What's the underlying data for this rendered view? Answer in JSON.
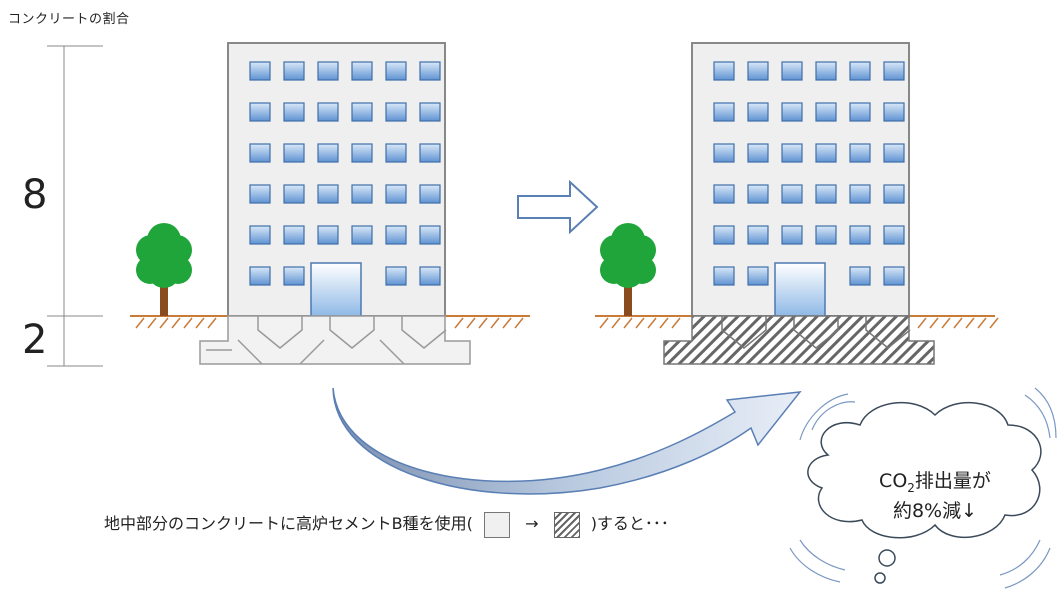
{
  "title": "コンクリートの割合",
  "ratio_upper": "8",
  "ratio_lower": "2",
  "caption": {
    "before": "地中部分のコンクリートに高炉セメントB種を使用(",
    "arrow": "→",
    "after": ")すると･･･"
  },
  "bubble": {
    "line1_prefix": "CO",
    "line1_sub": "2",
    "line1_suffix": "排出量が",
    "line2": "約8%減↓"
  },
  "colors": {
    "window_fill": "#6f9fd8",
    "building_fill": "#efefef",
    "tree_green": "#1fa53a",
    "trunk": "#8a4b1e",
    "ground": "#c97b3a",
    "arrow_blue": "#5a7fb5"
  }
}
